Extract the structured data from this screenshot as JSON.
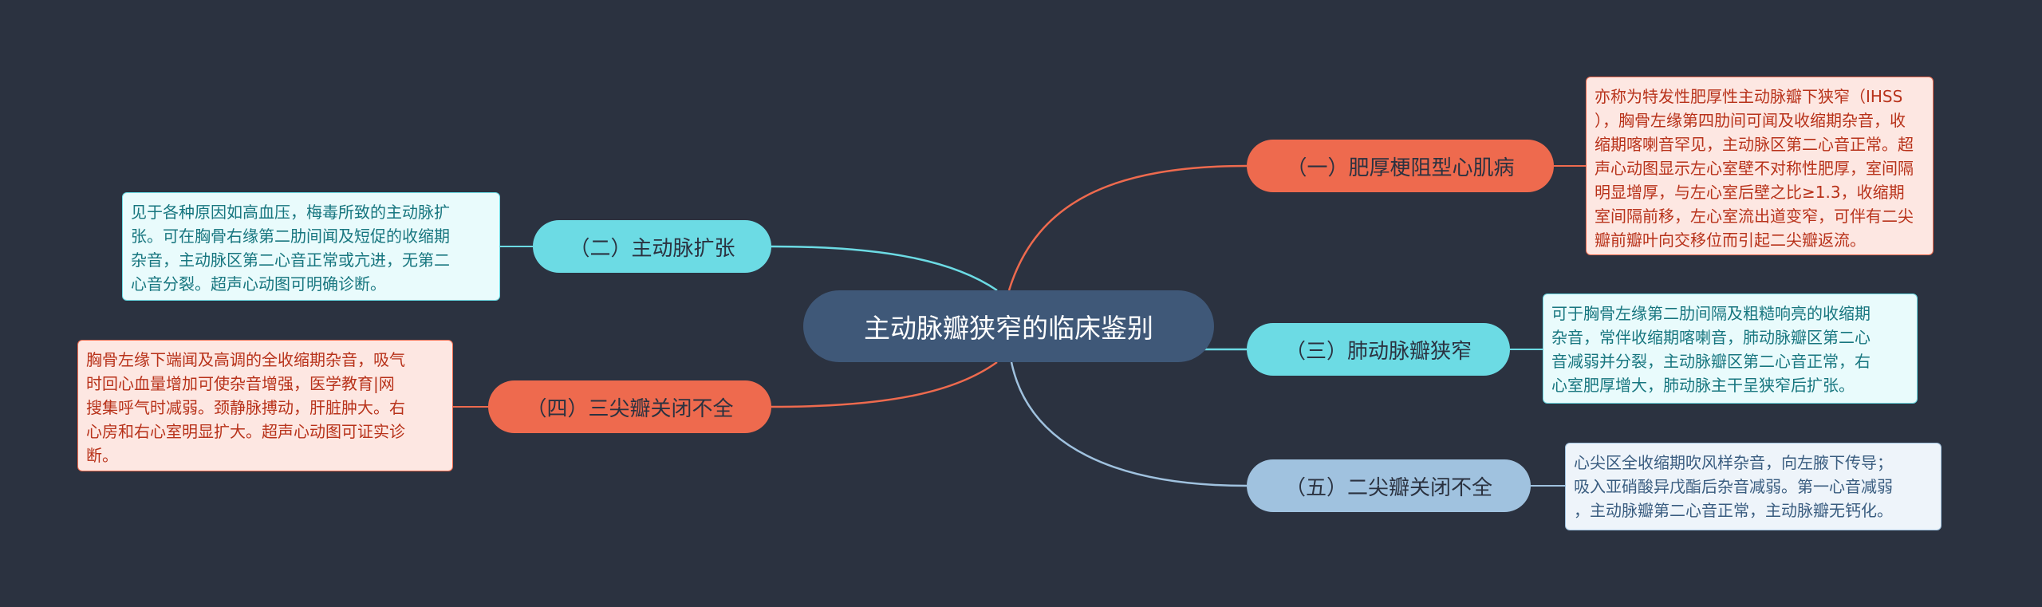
{
  "colors": {
    "background": "#2b3240",
    "center": "#3f5878",
    "orange": "#ee6a4e",
    "cyan": "#6cdbe4",
    "blue": "#a0c2df",
    "orange_note": "#fde7e2",
    "cyan_note": "#e9fbfc",
    "blue_note": "#eef4fa",
    "orange_text": "#b8321a",
    "cyan_text": "#17767f",
    "blue_text": "#3a5d80"
  },
  "center": {
    "label": "主动脉瓣狭窄的临床鉴别"
  },
  "branches": [
    {
      "label": "（一）肥厚梗阻型心肌病",
      "color": "orange",
      "note": "亦称为特发性肥厚性主动脉瓣下狭窄（IHSS\n），胸骨左缘第四肋间可闻及收缩期杂音，收\n缩期喀喇音罕见，主动脉区第二心音正常。超\n声心动图显示左心室壁不对称性肥厚，室间隔\n明显增厚，与左心室后壁之比≥1.3，收缩期\n室间隔前移，左心室流出道变窄，可伴有二尖\n瓣前瓣叶向交移位而引起二尖瓣返流。"
    },
    {
      "label": "（二）主动脉扩张",
      "color": "cyan",
      "note": "见于各种原因如高血压，梅毒所致的主动脉扩\n张。可在胸骨右缘第二肋间闻及短促的收缩期\n杂音，主动脉区第二心音正常或亢进，无第二\n心音分裂。超声心动图可明确诊断。"
    },
    {
      "label": "（三）肺动脉瓣狭窄",
      "color": "cyan",
      "note": "可于胸骨左缘第二肋间隔及粗糙响亮的收缩期\n杂音，常伴收缩期喀喇音，肺动脉瓣区第二心\n音减弱并分裂，主动脉瓣区第二心音正常，右\n心室肥厚增大，肺动脉主干呈狭窄后扩张。"
    },
    {
      "label": "（四）三尖瓣关闭不全",
      "color": "orange",
      "note": "胸骨左缘下端闻及高调的全收缩期杂音，吸气\n时回心血量增加可使杂音增强，医学教育|网\n搜集呼气时减弱。颈静脉搏动，肝脏肿大。右\n心房和右心室明显扩大。超声心动图可证实诊\n断。"
    },
    {
      "label": "（五）二尖瓣关闭不全",
      "color": "blue",
      "note": "心尖区全收缩期吹风样杂音，向左腋下传导；\n吸入亚硝酸异戊酯后杂音减弱。第一心音减弱\n，主动脉瓣第二心音正常，主动脉瓣无钙化。"
    }
  ]
}
